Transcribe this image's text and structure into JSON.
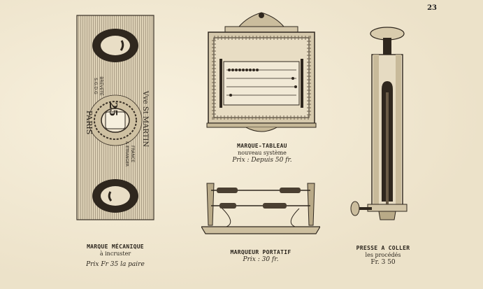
{
  "page": {
    "number": "23"
  },
  "items": {
    "marque_mecanique": {
      "title": "MARQUE MÉCANIQUE",
      "subtitle": "à incruster",
      "price": "Prix Fr  35 la paire",
      "engraving": {
        "maker": "Vve St MARTIN",
        "city": "PARIS",
        "brevet": "BREVETÉ",
        "sgdg": "S.G.D.G",
        "france": "FRANCE",
        "etranger": "& ÉTRANGER",
        "counter": "25"
      }
    },
    "marque_tableau": {
      "title": "MARQUE-TABLEAU",
      "subtitle": "nouveau système",
      "price": "Prix : Depuis 50 fr."
    },
    "marqueur_portatif": {
      "title": "MARQUEUR PORTATIF",
      "price": "Prix : 30 fr."
    },
    "presse_a_coller": {
      "title": "PRESSE A COLLER",
      "subtitle": "les procédés",
      "price": "Fr.  3 50"
    }
  },
  "colors": {
    "paper": "#eee4cc",
    "ink": "#2a241c",
    "plate": "#d9cdb2"
  }
}
